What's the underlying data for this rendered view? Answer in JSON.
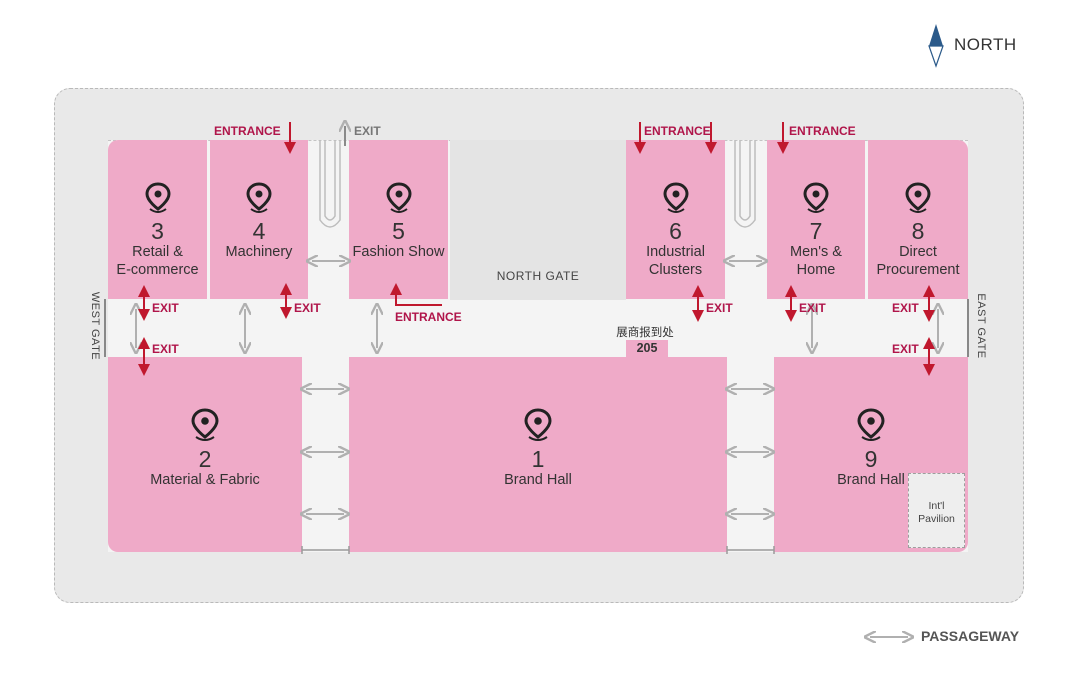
{
  "compass": {
    "label": "NORTH",
    "icon": "compass-needle-icon"
  },
  "legend": {
    "label": "PASSAGEWAY",
    "icon": "double-arrow-icon"
  },
  "gates": {
    "north": "NORTH GATE",
    "west": "WEST GATE",
    "east": "EAST GATE"
  },
  "registration": {
    "label": "展商报到处",
    "room": "205"
  },
  "halls": [
    {
      "number": "3",
      "name_lines": [
        "Retail &",
        "E-commerce"
      ]
    },
    {
      "number": "4",
      "name_lines": [
        "Machinery"
      ]
    },
    {
      "number": "5",
      "name_lines": [
        "Fashion Show"
      ]
    },
    {
      "number": "6",
      "name_lines": [
        "Industrial",
        "Clusters"
      ]
    },
    {
      "number": "7",
      "name_lines": [
        "Men's &",
        "Home"
      ]
    },
    {
      "number": "8",
      "name_lines": [
        "Direct",
        "Procurement"
      ]
    },
    {
      "number": "2",
      "name_lines": [
        "Material & Fabric"
      ]
    },
    {
      "number": "1",
      "name_lines": [
        "Brand Hall"
      ]
    },
    {
      "number": "9",
      "name_lines": [
        "Brand Hall"
      ]
    }
  ],
  "pavilion": {
    "line1": "Int'l",
    "line2": "Pavilion"
  },
  "labels": {
    "exit": "EXIT",
    "entrance": "ENTRANCE"
  },
  "colors": {
    "hall": "#efaac8",
    "marker": "#b0154a",
    "passage_arrow": "#b0b0b0",
    "compass": "#2b5a8a"
  }
}
